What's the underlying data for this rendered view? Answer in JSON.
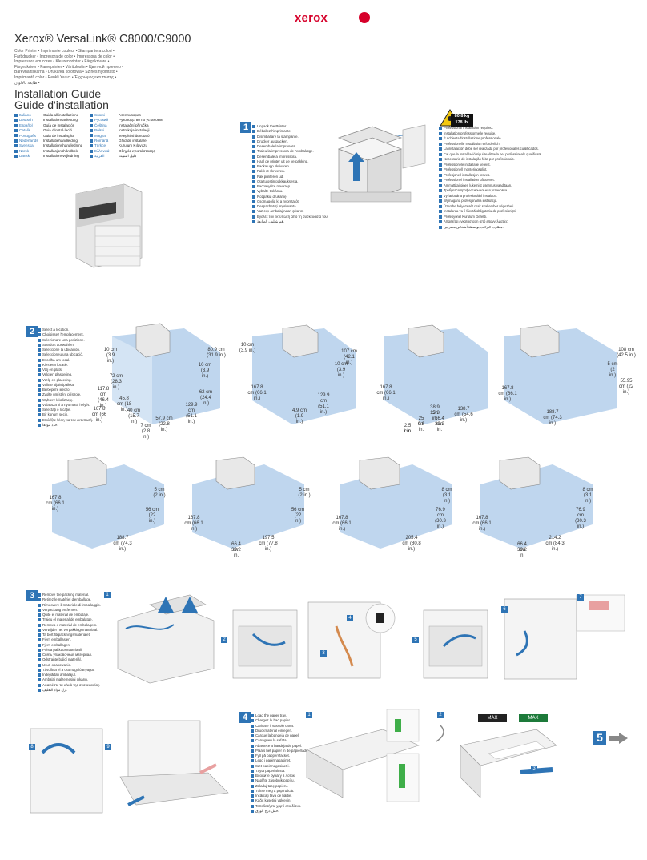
{
  "brand": "xerox",
  "product": "Xerox® VersaLink® C8000/C9000",
  "variants": [
    "Color Printer • Imprimante couleur • Stampante a colori •",
    "Farbdrucker • Impresora de color • Impressora de color •",
    "Impressora em cores • Kleurenprinter • Färgskrivare •",
    "Färgeskriver • Farveprinter • Väritulostin • Цветной принтер •",
    "Barevná tiskárna • Drukarka kolorowa • Színes nyomtató •",
    "Imprimantă color • Renkli Yazıcı • Έγχρωμος εκτυπωτής •",
    "طابعة بالألوان •"
  ],
  "title1": "Installation Guide",
  "title2": "Guide d'installation",
  "languages_left": [
    [
      "Italiano",
      "Guida all'installazione"
    ],
    [
      "Deutsch",
      "Installationsanleitung"
    ],
    [
      "Español",
      "Guía de instalación"
    ],
    [
      "Català",
      "Guia d'instal·lació"
    ],
    [
      "Português",
      "Guia de instalação"
    ],
    [
      "Nederlands",
      "Installatiehandleiding"
    ],
    [
      "Svenska",
      "Installationshandledning"
    ],
    [
      "Norsk",
      "Installasjonshåndbok"
    ],
    [
      "Dansk",
      "Installationsvejledning"
    ]
  ],
  "languages_right": [
    [
      "Suomi",
      "Asennusopas"
    ],
    [
      "Русский",
      "Руководство по установке"
    ],
    [
      "Čeština",
      "Instalační příručka"
    ],
    [
      "Polski",
      "Instrukcja instalacji"
    ],
    [
      "Magyar",
      "Telepítési útmutató"
    ],
    [
      "Română",
      "Ghid de instalare"
    ],
    [
      "Türkçe",
      "Kurulum Kılavuzu"
    ],
    [
      "Ελληνικά",
      "Οδηγός εγκατάστασης"
    ],
    [
      "العربية",
      "دليل التثبيت"
    ]
  ],
  "step1": {
    "num": "1",
    "lines": [
      "Unpack the Printer.",
      "Déballez l'imprimante.",
      "Disimballare la stampante.",
      "Drucker auspacken.",
      "Desembale la impresora.",
      "Traieu la impressora de l'embalatge.",
      "Desembale a impressora.",
      "Haal de printer uit de verpakking.",
      "Packa upp skrivaren.",
      "Pakk ut skriveren.",
      "Pak printeren ud.",
      "Ota tulostin pakkauksesta.",
      "Распакуйте принтер.",
      "Vybalte tiskárnu.",
      "Rozpakuj drukarkę.",
      "Csomagolja ki a nyomtatót.",
      "Despachetați imprimanta.",
      "Yazıcıyı ambalajından çıkarın.",
      "Βγάλτε τον εκτυπωτή από τη συσκευασία του.",
      "قم بتغليف الطابعة."
    ]
  },
  "weight": {
    "kg": "80.8 kg",
    "lb": "178 lb."
  },
  "warnings": [
    "Professional Installation required.",
    "Installation professionnelle requise.",
    "È richiesta l'installazione professionale.",
    "Professionelle Installation erforderlich.",
    "La instalación debe ser realizada por profesionales cualificados.",
    "Cal que la instal·lació sigui realitzada per professionals qualificats.",
    "Necessária de instalação feita por profissionais.",
    "Professionele installatie vereist.",
    "Professionell monteringsplikt.",
    "Profesjonell installasjon kreves.",
    "Professionel installation påkrævet.",
    "Ammattitaitoinen lukemist asennus vaaditaan.",
    "Требуется профессиональная установка.",
    "Vyžadována profesionální instalace.",
    "Wymagana profesjonalna instalacja.",
    "Üzembe helyezését csak szakember végezheti.",
    "Instalarea va fi făcută obligatoriu de profesioniști.",
    "Profesyonel Kurulum Gerekli.",
    "Απαιτείται εγκατάσταση από επαγγελματίες.",
    "مطلوب التركيب بواسطة أشخاص محترفين."
  ],
  "step2": {
    "num": "2",
    "lines": [
      "Select a location.",
      "Choisissez l'emplacement.",
      "Selezionare una posizione.",
      "Standort auswählen.",
      "Seleccione la ubicación.",
      "Seleccioneu una ubicació.",
      "Escolha um local.",
      "Kies een locatie.",
      "Välj en plats.",
      "Velg en plassering.",
      "Vælg en placering.",
      "Valitse sijaintipaikka.",
      "Выберите место.",
      "Zvolte umístění přístroje.",
      "Wybierz lokalizację.",
      "Válassza ki a nyomtató helyét.",
      "Selectați o locație.",
      "Bir konum seçin.",
      "Επιλέξτε θέση για τον εκτυπωτή.",
      "حدد موقعا."
    ]
  },
  "dims_a": [
    "10 cm (3.9 in.)",
    "72 cm (28.3 in.)",
    "117.8 cm (46.4 in.)",
    "45.8 cm (18 in.)",
    "167.8 cm (66 in.)",
    "40 cm (15.7 in.)",
    "7 cm (2.8 in.)",
    "57.9 cm (22.8 in.)",
    "129.9 cm (51.1 in.)",
    "62 cm (24.4 in.)",
    "80.9 cm (31.9 in.)",
    "10 cm (3.9 in.)"
  ],
  "dims_b": [
    "10 cm (3.9 in.)",
    "167.8 cm (66.1 in.)",
    "4.9 cm (1.9 in.)",
    "129.9 cm (51.1 in.)",
    "107 cm (42.1 in.)",
    "10 cm (3.9 in.)"
  ],
  "dims_c": [
    "167.8 cm (66.1 in.)",
    "38.9 cm",
    "15.3 in.",
    "25 cm",
    "9.8 in.",
    "66.4 cm",
    "30.2 in.",
    "2.5 cm",
    "1 in.",
    "138.7 cm (54.6 in.)"
  ],
  "dims_d": [
    "108 cm (42.5 in.)",
    "5 cm (2 in.)",
    "55.95 cm (22 in.)",
    "167.8 cm (66.1 in.)",
    "188.7 cm (74.3 in.)"
  ],
  "dims_e": [
    "5 cm (2 in.)",
    "56 cm (22 in.)",
    "167.8 cm (66.1 in.)",
    "188.7 cm (74.3 in.)"
  ],
  "dims_f": [
    "5 cm (2 in.)",
    "56 cm (22 in.)",
    "167.8 cm (66.1 in.)",
    "66.4 cm",
    "30.2 in.",
    "197.5 cm (77.8 in.)"
  ],
  "dims_g": [
    "8 cm (3.1 in.)",
    "76.9 cm (30.3 in.)",
    "167.8 cm (66.1 in.)",
    "205.4 cm (80.8 in.)"
  ],
  "dims_h": [
    "8 cm (3.1 in.)",
    "76.9 cm (30.3 in.)",
    "167.8 cm (66.1 in.)",
    "66.4 cm",
    "30.2 in.",
    "214.2 cm (84.3 in.)"
  ],
  "step3": {
    "num": "3",
    "lines": [
      "Remove the packing material.",
      "Retirez le matériel d'emballage.",
      "Rimuovere il materiale di imballaggio.",
      "Verpackung entfernen.",
      "Quite el material de embalaje.",
      "Traieu el material de embalatge.",
      "Remova o material de embalagem.",
      "Verwijder het verpakkingsmateriaal.",
      "Ta bort förpackningsmaterialet.",
      "Fjern emballasjen.",
      "Fjern emballagen.",
      "Poista pakkausmateriaali.",
      "Снять упаковочный материал.",
      "Odstraňte balicí materiál.",
      "Usuń opakowanie.",
      "Távolítsa el a csomagolóanyagot.",
      "Îndepărtați ambalajul.",
      "Ambalaj malzemesini çıkarın.",
      "Αφαιρέστε τα υλικά της συσκευασίας.",
      "أزل مواد التغليف."
    ]
  },
  "step4": {
    "num": "4",
    "lines": [
      "Load the paper tray.",
      "Chargez le bac papier.",
      "Caricare il vassoio carta.",
      "Druckmaterial einlegen.",
      "Cargue la bandeja de papel.",
      "Carregueu la safata.",
      "Abastece a bandeja de papel.",
      "Plaats het papier in de papierlade.",
      "Fyll på pappersfacket.",
      "Legg i papirmagasinet.",
      "Sæt papirmagasinet i.",
      "Täytä paperialusta.",
      "Вложите бумагу в лоток.",
      "Naplňte zásobník papíru.",
      "Załaduj tacę papieru.",
      "Töltse meg a papírtálcát.",
      "Încărcați tava de hârtie.",
      "Kağıt kasetini yükleyin.",
      "Τοποθετήστε χαρτί στο δίσκο.",
      "حمّل درج الورق."
    ]
  },
  "step3_subs": [
    "1",
    "2",
    "3",
    "4",
    "5",
    "6",
    "7",
    "8",
    "9"
  ],
  "step4_subs": [
    "1",
    "2",
    "3"
  ],
  "max_labels": [
    "MAX",
    "MAX"
  ],
  "next_step": "5"
}
